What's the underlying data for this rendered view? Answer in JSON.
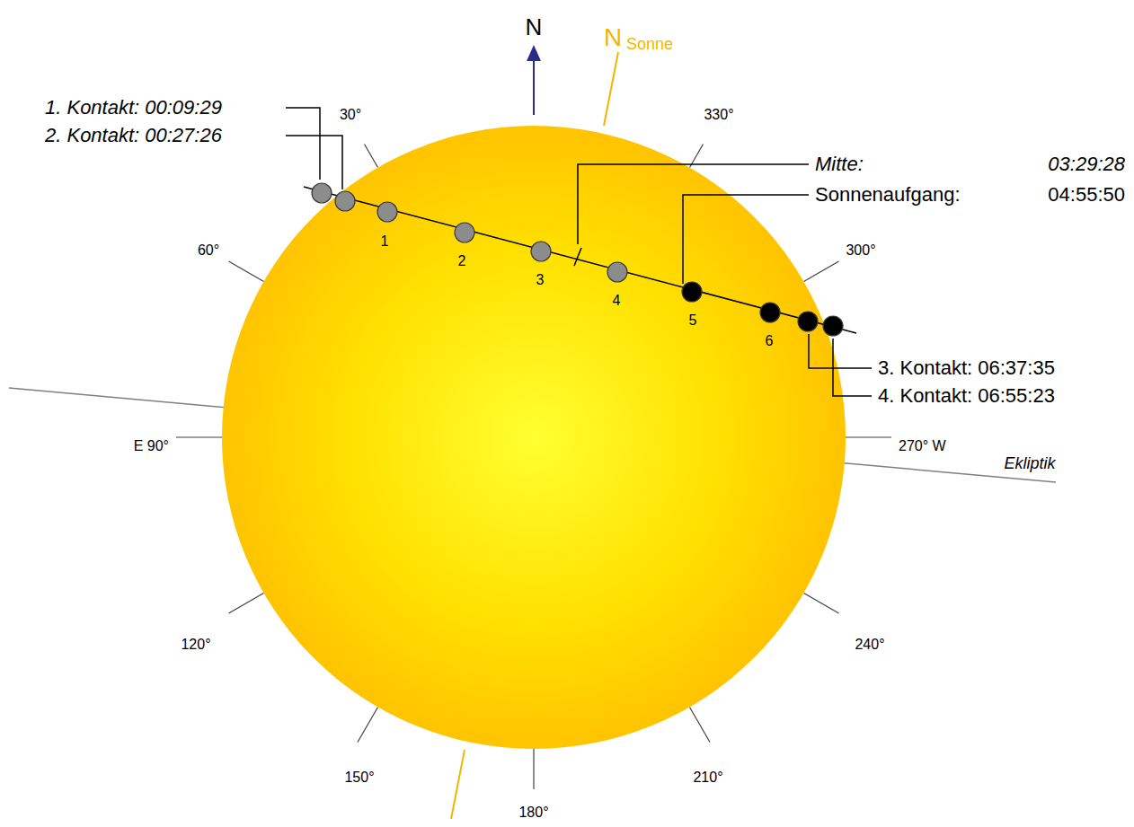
{
  "diagram": {
    "labels": [
      "N",
      "N",
      "Sonne",
      "1. Kontakt: 00:09:29",
      "2. Kontakt: 00:27:26",
      "Mitte:",
      "03:29:28",
      "Sonnenaufgang:",
      "04:55:50",
      "3. Kontakt: 06:37:35",
      "4. Kontakt: 06:55:23",
      "1",
      "2",
      "3",
      "4",
      "5",
      "6",
      "30°",
      "330°",
      "60°",
      "300°",
      "E 90°",
      "270° W",
      "Ekliptik",
      "120°",
      "240°",
      "150°",
      "210°",
      "180°"
    ]
  }
}
